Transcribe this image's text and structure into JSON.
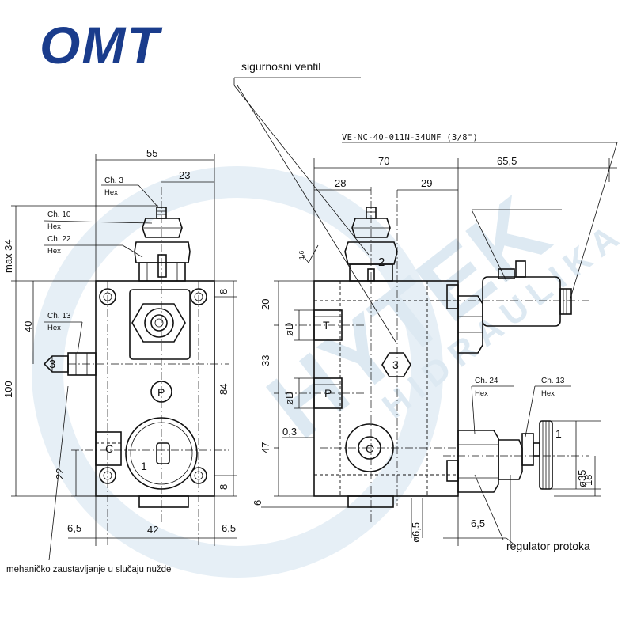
{
  "brand": {
    "logo_text": "OMT",
    "logo_color": "#1a3c8c",
    "watermark_text": "HYTEK",
    "watermark_sub": "HIDRAULIKA",
    "watermark_color": "#dde9f2"
  },
  "callouts": {
    "safety_valve": "sigurnosni ventil",
    "flow_regulator": "regulator protoka",
    "emergency_stop": "mehaničko zaustavljanje u slučaju nužde",
    "solenoid_code": "VE-NC-40-011N-34UNF (3/8\")"
  },
  "front_view": {
    "dim_55": "55",
    "dim_23": "23",
    "dim_max34": "max 34",
    "dim_40": "40",
    "dim_100": "100",
    "dim_84": "84",
    "dim_8_top": "8",
    "dim_8_bottom": "8",
    "dim_22": "22",
    "dim_6_5_left": "6,5",
    "dim_42": "42",
    "dim_6_5_right": "6,5",
    "ch3": "Ch. 3",
    "ch3_hex": "Hex",
    "ch10": "Ch. 10",
    "ch10_hex": "Hex",
    "ch22": "Ch. 22",
    "ch22_hex": "Hex",
    "ch13": "Ch. 13",
    "ch13_hex": "Hex",
    "port_p": "P",
    "port_c": "C",
    "num_1": "1",
    "num_3": "3"
  },
  "side_view": {
    "dim_70": "70",
    "dim_28": "28",
    "dim_29": "29",
    "dim_65_5": "65,5",
    "dim_20": "20",
    "dim_33": "33",
    "dim_47": "47",
    "dim_0_3": "0,3",
    "dim_6": "6",
    "dim_d_6_5": "ø6,5",
    "dim_6_5": "6,5",
    "dim_d35": "ø35",
    "dim_18": "18",
    "od_1": "øD",
    "od_2": "øD",
    "roughness": "1,6",
    "port_t": "T",
    "port_p": "P",
    "port_c": "C",
    "num_2": "2",
    "num_3": "3",
    "num_1": "1",
    "ch24": "Ch. 24",
    "ch24_hex": "Hex",
    "ch13": "Ch. 13",
    "ch13_hex": "Hex"
  }
}
